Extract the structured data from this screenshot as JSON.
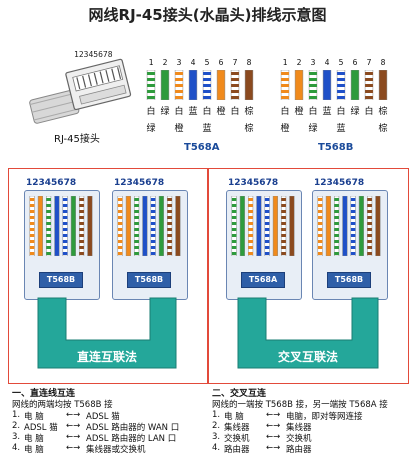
{
  "title": "网线RJ-45接头(水晶头)排线示意图",
  "plug": {
    "pin_numbers": "12345678",
    "label": "RJ-45接头"
  },
  "color_standards": [
    {
      "name": "T568A",
      "pins": [
        "1",
        "2",
        "3",
        "4",
        "5",
        "6",
        "7",
        "8"
      ],
      "top_chars": [
        "白",
        "绿",
        "白",
        "蓝",
        "白",
        "橙",
        "白",
        "棕"
      ],
      "bottom_chars": [
        "绿",
        "",
        "橙",
        "",
        "蓝",
        "",
        "",
        "棕"
      ],
      "wire_colors": [
        "#ffffff/#2e9b3c",
        "#2e9b3c",
        "#ffffff/#f08a1c",
        "#1f50c8",
        "#ffffff/#1f50c8",
        "#f08a1c",
        "#ffffff/#8b4a1f",
        "#8b4a1f"
      ]
    },
    {
      "name": "T568B",
      "pins": [
        "1",
        "2",
        "3",
        "4",
        "5",
        "6",
        "7",
        "8"
      ],
      "top_chars": [
        "白",
        "橙",
        "白",
        "蓝",
        "白",
        "绿",
        "白",
        "棕"
      ],
      "bottom_chars": [
        "橙",
        "",
        "绿",
        "",
        "蓝",
        "",
        "",
        "棕"
      ],
      "wire_colors": [
        "#ffffff/#f08a1c",
        "#f08a1c",
        "#ffffff/#2e9b3c",
        "#1f50c8",
        "#ffffff/#1f50c8",
        "#2e9b3c",
        "#ffffff/#8b4a1f",
        "#8b4a1f"
      ]
    }
  ],
  "straight": {
    "connector_numbers": [
      "12345678",
      "12345678"
    ],
    "connector_labels": [
      "T568B",
      "T568B"
    ],
    "cable_title": "直连互联法",
    "heading": "一、直连线互连",
    "subheading": "网线的两端均按 T568B 接",
    "rows": [
      {
        "num": "1.",
        "left": "电  脑",
        "arrow": "←→",
        "right": "ADSL 猫"
      },
      {
        "num": "2.",
        "left": "ADSL 猫",
        "arrow": "←→",
        "right": "ADSL 路由器的 WAN 口"
      },
      {
        "num": "3.",
        "left": "电  脑",
        "arrow": "←→",
        "right": "ADSL 路由器的 LAN 口"
      },
      {
        "num": "4.",
        "left": "电  脑",
        "arrow": "←→",
        "right": "集线器或交换机"
      }
    ]
  },
  "crossover": {
    "connector_numbers": [
      "12345678",
      "12345678"
    ],
    "connector_labels": [
      "T568A",
      "T568B"
    ],
    "cable_title": "交叉互联法",
    "heading": "二、交叉互连",
    "subheading": "网线的一端按 T568B 接，另一端按 T568A 接",
    "rows": [
      {
        "num": "1.",
        "left": "电  脑",
        "arrow": "←→",
        "right": "电脑，即对等网连接"
      },
      {
        "num": "2.",
        "left": "集线器",
        "arrow": "←→",
        "right": "集线器"
      },
      {
        "num": "3.",
        "left": "交换机",
        "arrow": "←→",
        "right": "交换机"
      },
      {
        "num": "4.",
        "left": "路由器",
        "arrow": "←→",
        "right": "路由器"
      }
    ]
  },
  "colors": {
    "panel_border": "#e24a3a",
    "cable_teal": "#24a79a",
    "connector_blue": "#2f5fa8",
    "label_blue": "#1a4a9a"
  }
}
